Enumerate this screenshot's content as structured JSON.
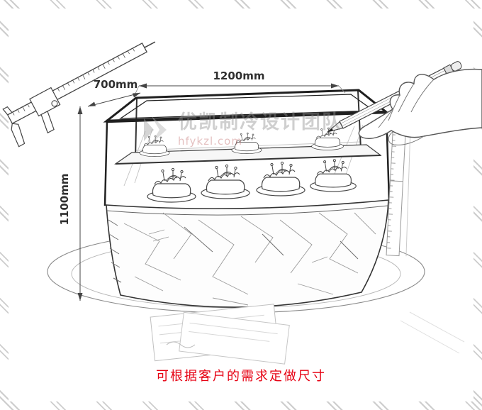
{
  "page": {
    "background": "#ffffff",
    "border_color": "#cdcdcd"
  },
  "sketch": {
    "subject": "curved glass cake display showcase, hand-drawn pencil sketch",
    "stroke_color": "#3a3a3a",
    "dimensions": {
      "width_label": "1200mm",
      "depth_label": "700mm",
      "height_label": "1100mm"
    }
  },
  "watermark": {
    "brand_text": "优凯制冷设计团队",
    "site_text": "hfykzl.com",
    "color": "#8f8f8f",
    "site_color": "#c06a6a"
  },
  "caption": {
    "text": "可根据客户的需求定做尺寸",
    "color": "#e60012"
  }
}
